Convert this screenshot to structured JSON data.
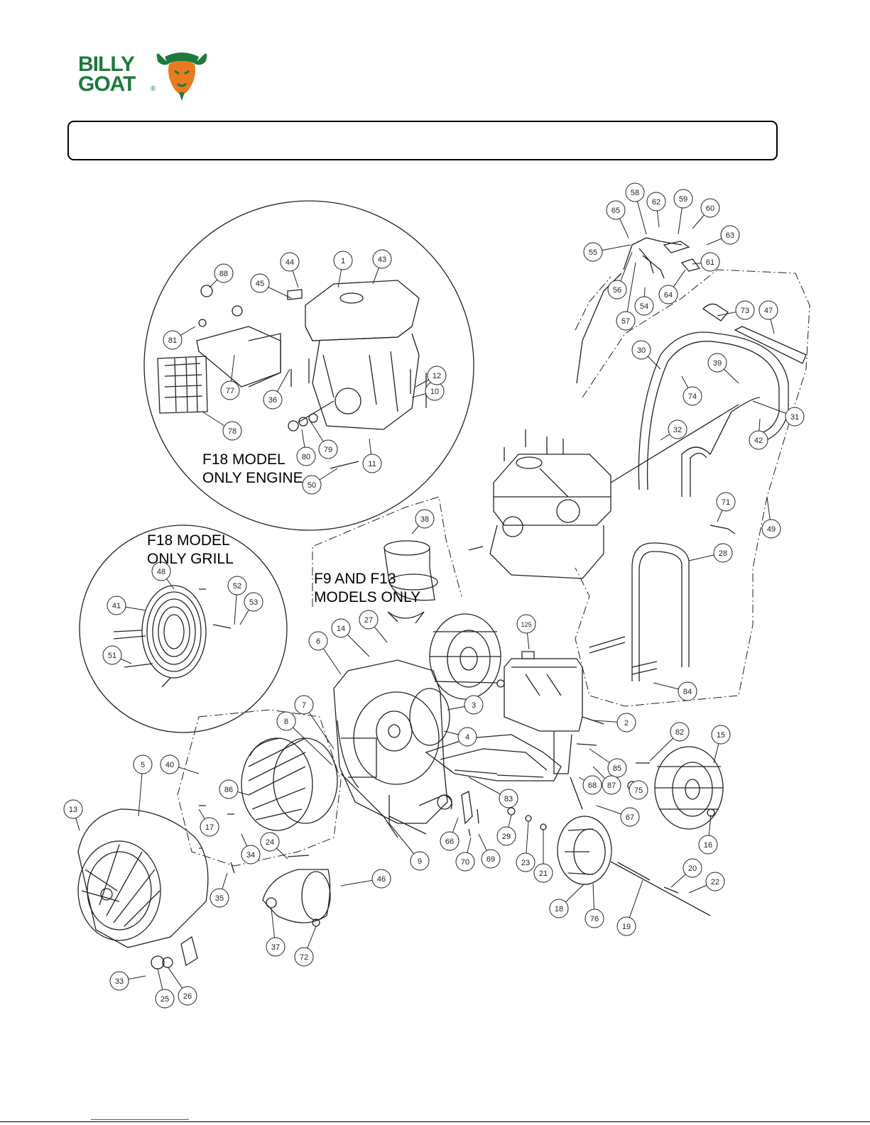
{
  "brand": {
    "line1": "BILLY",
    "line2": "GOAT",
    "registered": "®",
    "green": "#1e7a3c",
    "orange": "#e87a20"
  },
  "header_box": {
    "title": ""
  },
  "insets": {
    "engine": {
      "line1": "F18 MODEL",
      "line2": "ONLY ENGINE"
    },
    "grill": {
      "line1": "F18 MODEL",
      "line2": "ONLY GRILL"
    },
    "intake": {
      "line1": "F9 AND F13",
      "line2": "MODELS ONLY"
    }
  },
  "callouts": [
    "1",
    "2",
    "3",
    "4",
    "5",
    "6",
    "7",
    "8",
    "9",
    "10",
    "11",
    "12",
    "13",
    "14",
    "15",
    "16",
    "17",
    "18",
    "19",
    "20",
    "21",
    "22",
    "23",
    "24",
    "25",
    "26",
    "27",
    "28",
    "29",
    "30",
    "31",
    "32",
    "33",
    "34",
    "35",
    "36",
    "37",
    "38",
    "39",
    "40",
    "41",
    "42",
    "43",
    "44",
    "45",
    "46",
    "47",
    "48",
    "49",
    "50",
    "51",
    "52",
    "53",
    "54",
    "55",
    "56",
    "57",
    "58",
    "59",
    "60",
    "61",
    "62",
    "63",
    "64",
    "65",
    "66",
    "67",
    "68",
    "69",
    "70",
    "71",
    "72",
    "73",
    "74",
    "75",
    "76",
    "77",
    "78",
    "79",
    "80",
    "81",
    "82",
    "83",
    "84",
    "85",
    "86",
    "87",
    "88",
    "125"
  ]
}
